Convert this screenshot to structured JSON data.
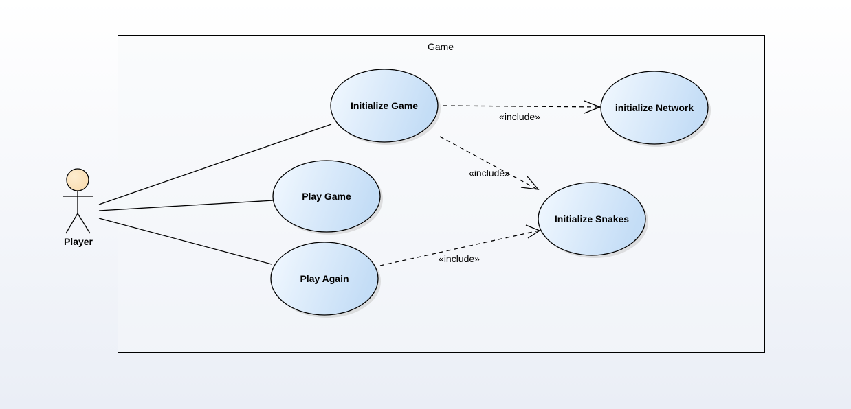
{
  "diagram": {
    "type": "uml-use-case",
    "system_boundary": {
      "title": "Game"
    },
    "actor": {
      "name": "Player",
      "head_color": "#f8dcb0"
    },
    "use_cases": [
      {
        "id": "init-game",
        "label": "Initialize Game"
      },
      {
        "id": "play-game",
        "label": "Play Game"
      },
      {
        "id": "play-again",
        "label": "Play Again"
      },
      {
        "id": "init-network",
        "label": "initialize Network"
      },
      {
        "id": "init-snakes",
        "label": "Initialize Snakes"
      }
    ],
    "associations": [
      {
        "from": "Player",
        "to": "Initialize Game"
      },
      {
        "from": "Player",
        "to": "Play Game"
      },
      {
        "from": "Player",
        "to": "Play Again"
      }
    ],
    "includes": [
      {
        "from": "Initialize Game",
        "to": "initialize Network",
        "label": "«include»"
      },
      {
        "from": "Initialize Game",
        "to": "Initialize Snakes",
        "label": "«include»"
      },
      {
        "from": "Play Again",
        "to": "Initialize Snakes",
        "label": "«include»"
      }
    ],
    "colors": {
      "usecase_fill_light": "#f3f9ff",
      "usecase_fill_dark": "#c4ddf6",
      "boundary_stroke": "#000000"
    }
  }
}
